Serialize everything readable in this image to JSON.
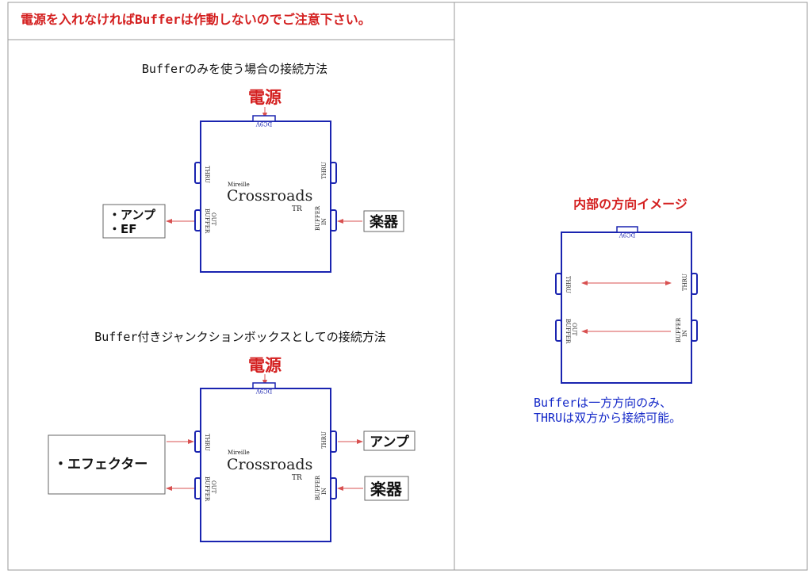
{
  "warning": "電源を入れなければBufferは作動しないのでご注意下さい。",
  "power_label": "電源",
  "dc_label": "DC9V",
  "thru_label": "THRU",
  "buffer_out": {
    "line1": "BUFFER",
    "line2": "OUT"
  },
  "buffer_in": {
    "line1": "BUFFER",
    "line2": "IN"
  },
  "brand": {
    "small": "Mireille",
    "name": "Crossroads",
    "suffix": "TR"
  },
  "section1": {
    "title": "Bufferのみを使う場合の接続方法",
    "left_lines": [
      "・アンプ",
      "・EF"
    ],
    "right_label": "楽器"
  },
  "section2": {
    "title": "Buffer付きジャンクションボックスとしての接続方法",
    "left_label": "・エフェクター",
    "right_top_label": "アンプ",
    "right_bottom_label": "楽器"
  },
  "internal": {
    "title": "内部の方向イメージ",
    "caption_line1": "Bufferは一方方向のみ、",
    "caption_line2": "THRUは双方から接続可能。"
  },
  "colors": {
    "frame": "#9a9a9a",
    "device": "#1a24b0",
    "red": "#d42020",
    "arrow": "#d85050",
    "caption_blue": "#1428c8"
  }
}
